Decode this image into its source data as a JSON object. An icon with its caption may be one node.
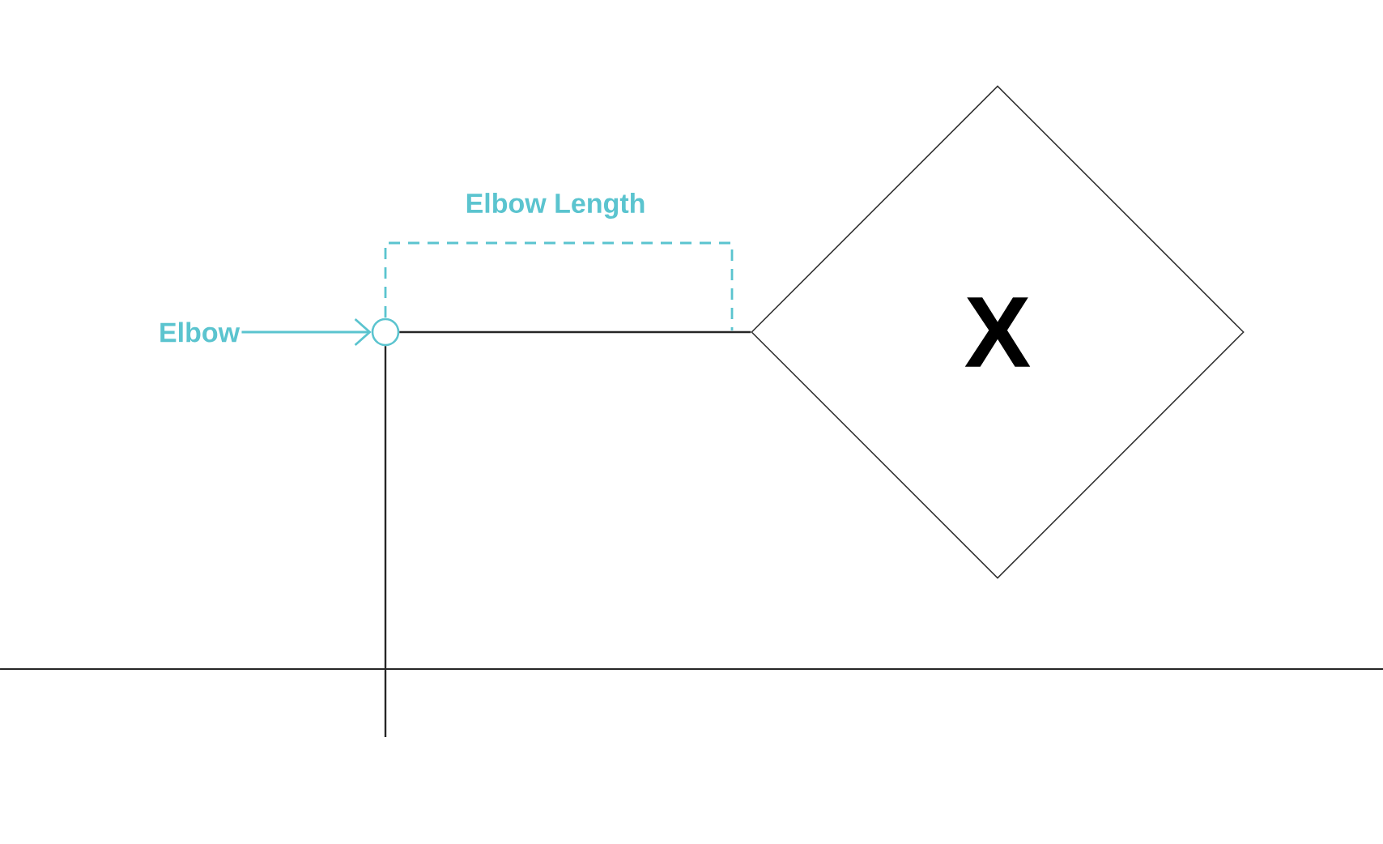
{
  "diagram": {
    "nodes": [
      {
        "text": [
          "Elbow"
        ]
      },
      {
        "text": [],
        "shape": "circle"
      },
      {
        "text": [
          "X"
        ]
      }
    ],
    "edges": [
      {
        "from": 0,
        "to": 1,
        "arrow": "to",
        "color": "#5bc4cf"
      },
      {
        "from": 1,
        "to": 2,
        "arrow": "none"
      },
      {
        "from": null,
        "to": 1,
        "arrow": "none"
      }
    ],
    "labels": [
      "Elbow Length"
    ]
  }
}
